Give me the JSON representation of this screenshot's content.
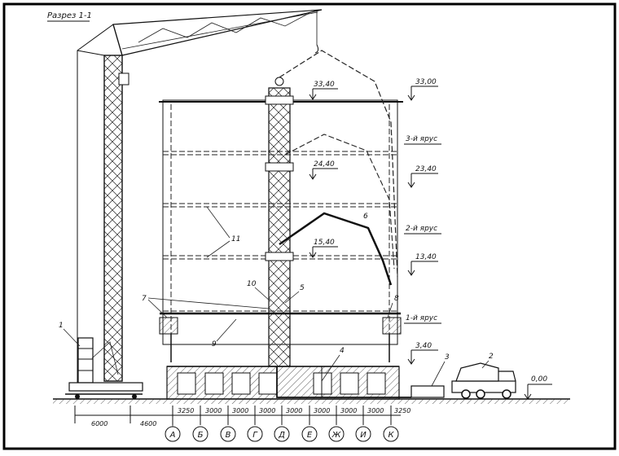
{
  "title": "Разрез 1-1",
  "elevations": [
    "33,40",
    "33,00",
    "24,40",
    "23,40",
    "15,40",
    "13,40",
    "3,40",
    "0,00"
  ],
  "tiers": [
    "3-й ярус",
    "2-й ярус",
    "1-й ярус"
  ],
  "callouts": [
    "1",
    "2",
    "3",
    "4",
    "5",
    "6",
    "7",
    "8",
    "9",
    "10",
    "11"
  ],
  "dimensions": [
    "6000",
    "4600",
    "3250",
    "3000",
    "3000",
    "3000",
    "3000",
    "3000",
    "3000",
    "3000",
    "3250"
  ],
  "axes": [
    "А",
    "Б",
    "В",
    "Г",
    "Д",
    "Е",
    "Ж",
    "И",
    "К"
  ]
}
